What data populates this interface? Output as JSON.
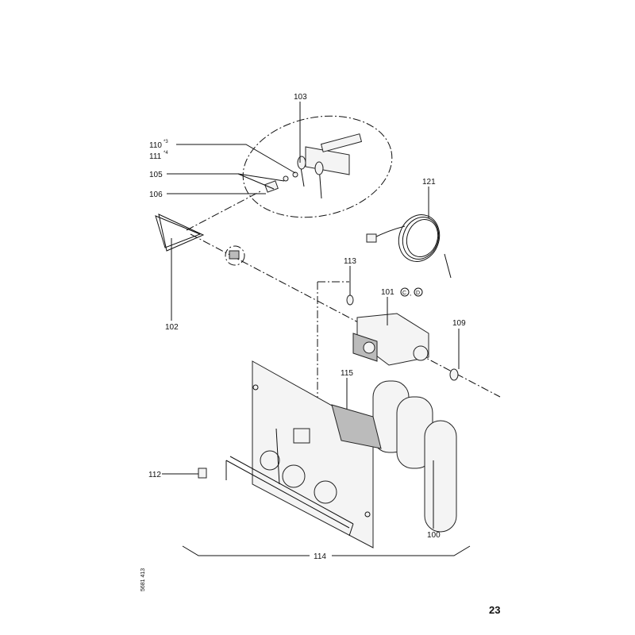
{
  "page_number": "23",
  "doc_code": "5681 413",
  "labels": {
    "p103": "103",
    "p110": "110",
    "p110_note": "*3",
    "p111": "111",
    "p111_note": "*4",
    "p105": "105",
    "p106": "106",
    "p121": "121",
    "p113": "113",
    "p101": "101",
    "p101_c": "C",
    "p101_d": "D",
    "p109": "109",
    "p102": "102",
    "p115": "115",
    "p112": "112",
    "p100": "100",
    "p114": "114"
  }
}
